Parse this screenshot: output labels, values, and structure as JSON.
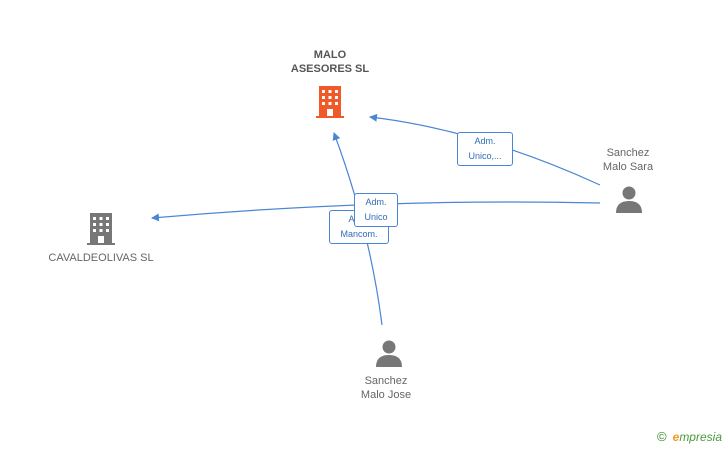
{
  "nodes": {
    "malo_asesores": {
      "label": "MALO\nASESORES  SL",
      "color": "#f05a28"
    },
    "cavaldeolivas": {
      "label": "CAVALDEOLIVAS SL",
      "color": "#777777"
    },
    "sanchez_malo_sara": {
      "label": "Sanchez\nMalo Sara"
    },
    "sanchez_malo_jose": {
      "label": "Sanchez\nMalo Jose"
    }
  },
  "edges": {
    "sara_to_malo": "Adm.\nUnico,...",
    "sara_to_cavaldeolivas": "Adm.\nUnico",
    "jose_to_malo": "Adm.\nMancom."
  },
  "brand": {
    "copyright": "©",
    "initial": "e",
    "name": "mpresia"
  },
  "colors": {
    "edge": "#4a86d4",
    "person": "#777777",
    "company_main": "#f05a28",
    "company": "#777777"
  }
}
